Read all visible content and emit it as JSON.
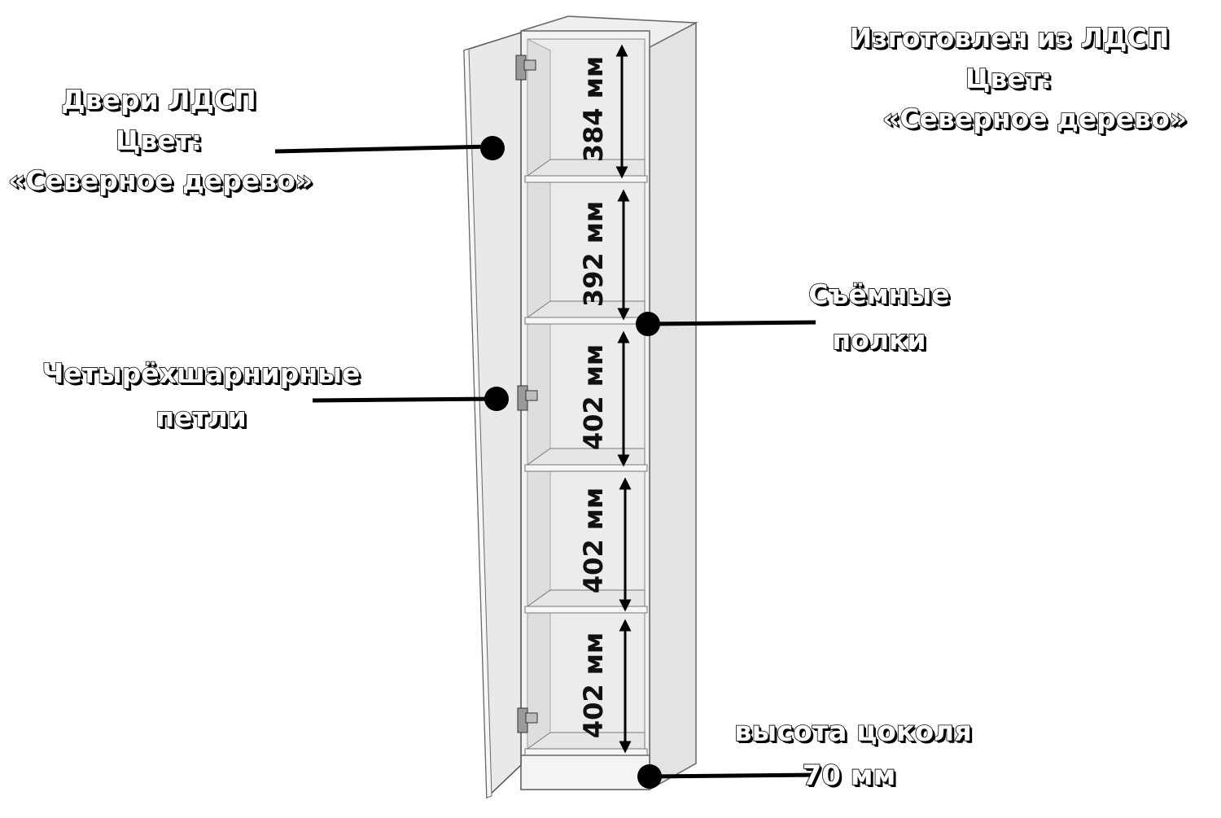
{
  "labels": {
    "material": {
      "line1": "Изготовлен из ЛДСП",
      "line2": "Цвет:",
      "line3": "«Северное дерево»"
    },
    "doors": {
      "line1": "Двери ЛДСП",
      "line2": "Цвет:",
      "line3": "«Северное дерево»"
    },
    "hinges": {
      "line1": "Четырёхшарнирные",
      "line2": "петли"
    },
    "shelves": {
      "line1": "Съёмные",
      "line2": "полки"
    },
    "plinth": {
      "line1": "высота цоколя",
      "line2": "70 мм"
    }
  },
  "dimensions": [
    {
      "text": "384 мм"
    },
    {
      "text": "392 мм"
    },
    {
      "text": "402 мм"
    },
    {
      "text": "402 мм"
    },
    {
      "text": "402 мм"
    }
  ],
  "colors": {
    "panel": "#ececec",
    "panel_shade": "#d9d9d9",
    "outline": "#555555",
    "text_fill": "#ffffff",
    "text_stroke": "#000000"
  }
}
